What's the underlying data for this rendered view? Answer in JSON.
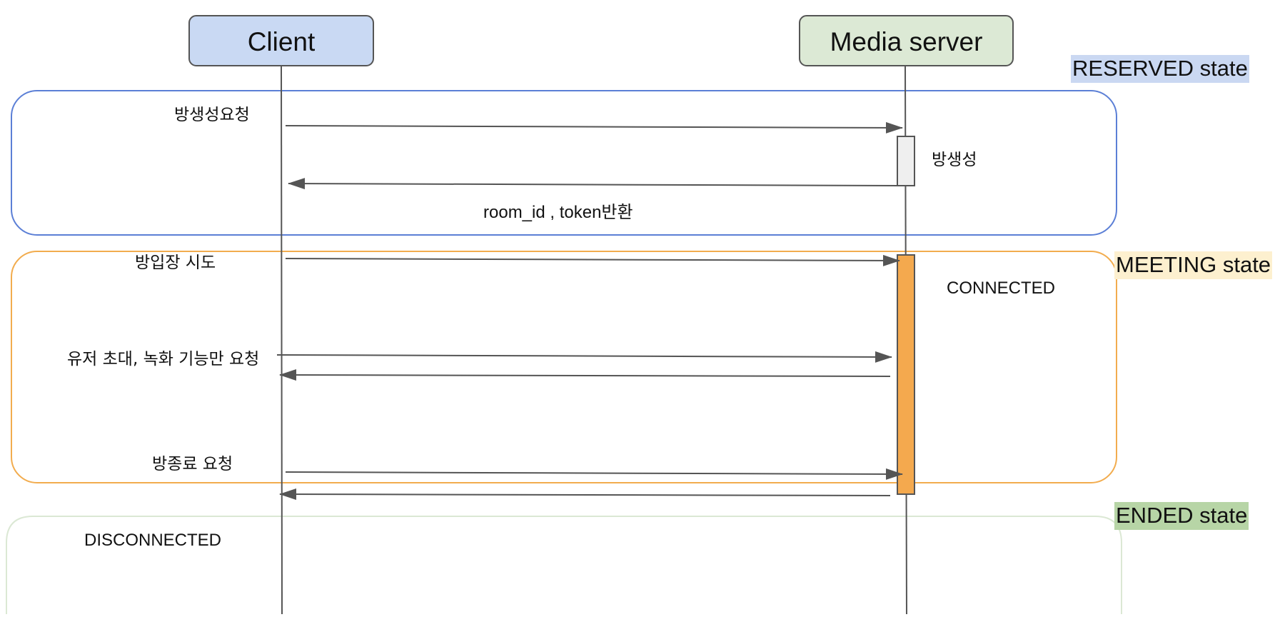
{
  "actors": {
    "client": "Client",
    "server": "Media server"
  },
  "states": {
    "reserved": {
      "label": "RESERVED state",
      "color": "#cad8f2",
      "border": "#5b7fd6"
    },
    "meeting": {
      "label": "MEETING state",
      "color": "#fdf0cf",
      "border": "#f2ac4e"
    },
    "ended": {
      "label": "ENDED state",
      "color": "#b7d5a6",
      "border": "#dbe8d4"
    }
  },
  "messages": {
    "create_request": "방생성요청",
    "create_action": "방생성",
    "create_response": "room_id  , token반환",
    "join_attempt": "방입장 시도",
    "connected": "CONNECTED",
    "invite_record": "유저 초대, 녹화 기능만 요청",
    "end_request": "방종료 요청",
    "disconnected": "DISCONNECTED"
  },
  "colors": {
    "client_box": "#c9d9f3",
    "server_box": "#dce9d5",
    "activation_active": "#f4a94e",
    "activation_idle": "#efefef",
    "line": "#555555"
  }
}
